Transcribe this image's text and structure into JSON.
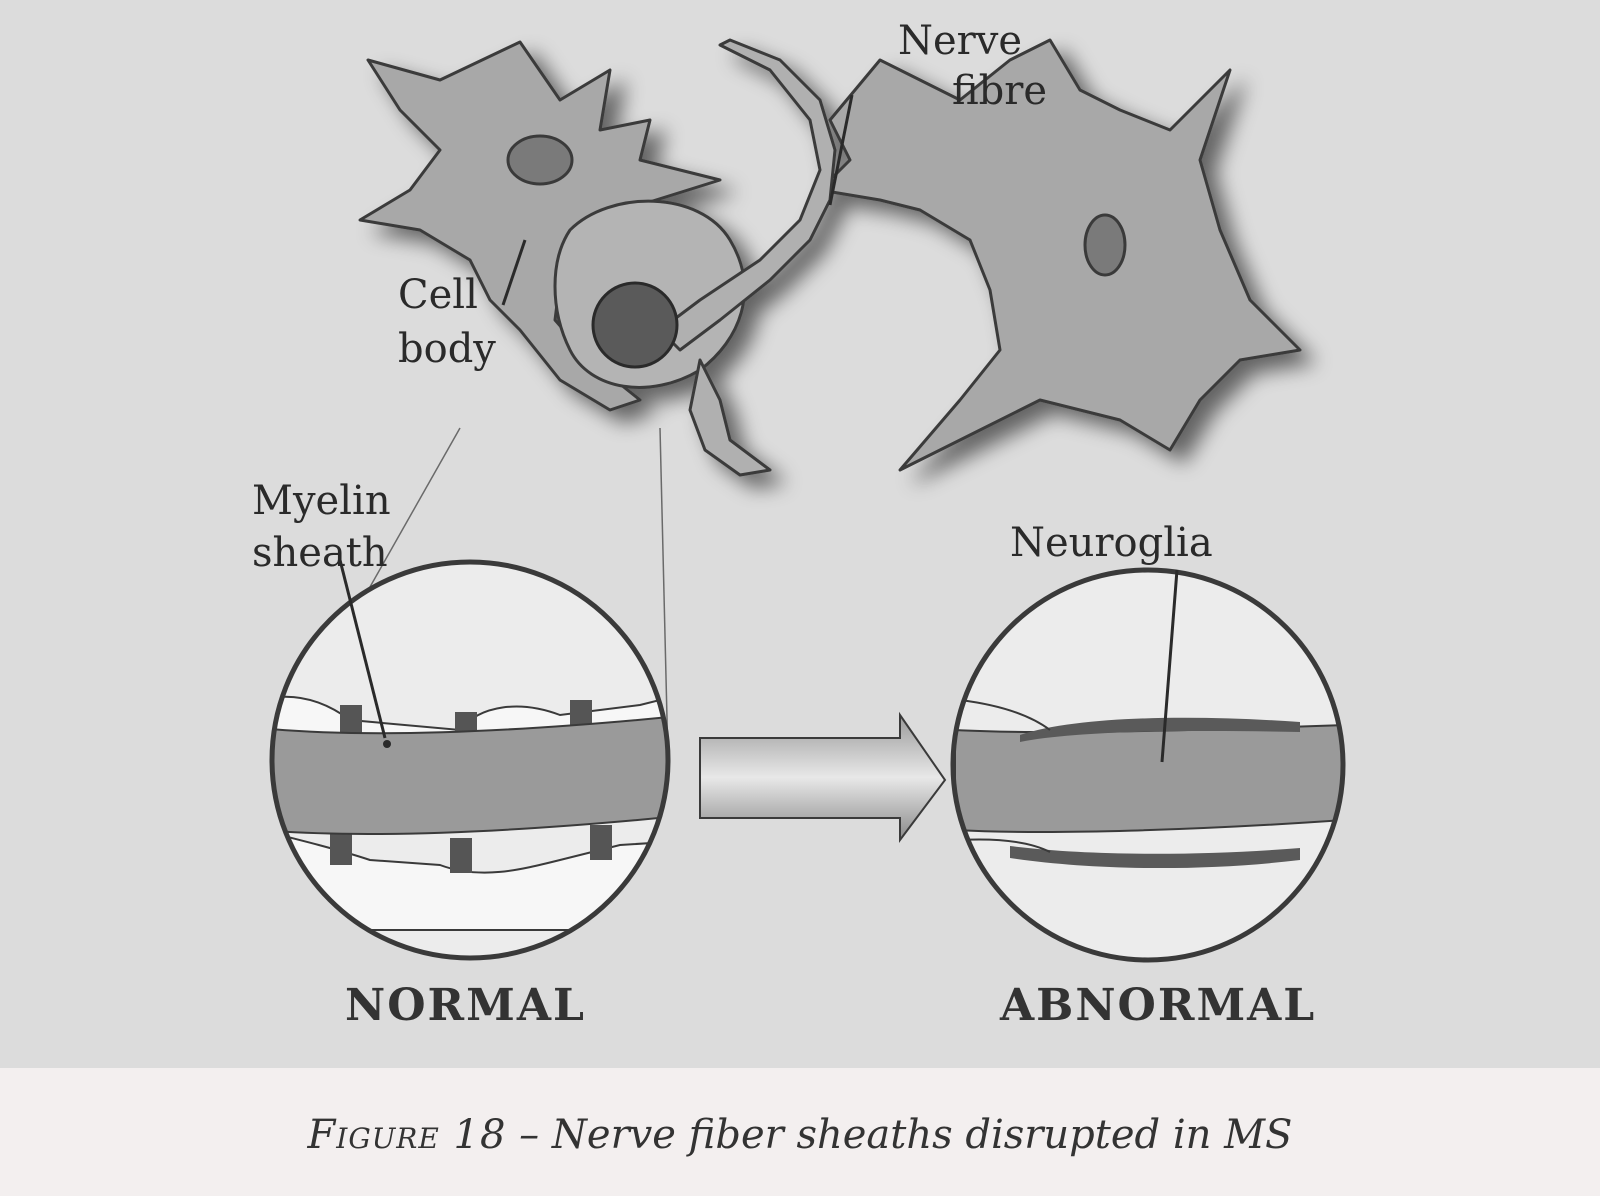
{
  "labels": {
    "nerve_fibre_line1": "Nerve",
    "nerve_fibre_line2": "fibre",
    "cell_body_line1": "Cell",
    "cell_body_line2": "body",
    "myelin_line1": "Myelin",
    "myelin_line2": "sheath",
    "neuroglia": "Neuroglia"
  },
  "panels": {
    "normal": "NORMAL",
    "abnormal": "ABNORMAL"
  },
  "caption": {
    "figure": "Figure 18",
    "dash": " – ",
    "text": "Nerve fiber sheaths disrupted in MS"
  },
  "colors": {
    "panel_bg": "#dcdcdc",
    "page_bg": "#f3efef",
    "cell_fill": "#a8a8a8",
    "fiber_fill": "#9a9a9a",
    "myelin_fill": "#f4f4f4",
    "outline": "#3a3a3a"
  }
}
